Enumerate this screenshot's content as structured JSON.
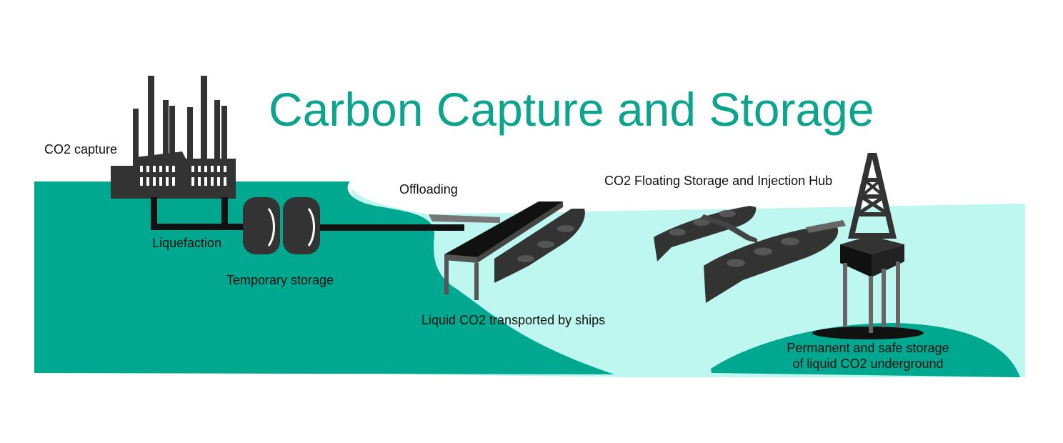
{
  "title": "Carbon Capture and Storage",
  "labels": {
    "capture": "CO2 capture",
    "liquefaction": "Liquefaction",
    "temporary_storage": "Temporary storage",
    "offloading": "Offloading",
    "transport": "Liquid CO2 transported by ships",
    "hub": "CO2 Floating Storage and Injection Hub",
    "permanent_line1": "Permanent and safe storage",
    "permanent_line2": "of liquid CO2 underground"
  },
  "colors": {
    "land": "#00a88f",
    "sea": "#bdf7ef",
    "dark": "#333333",
    "title": "#0ca48c"
  }
}
